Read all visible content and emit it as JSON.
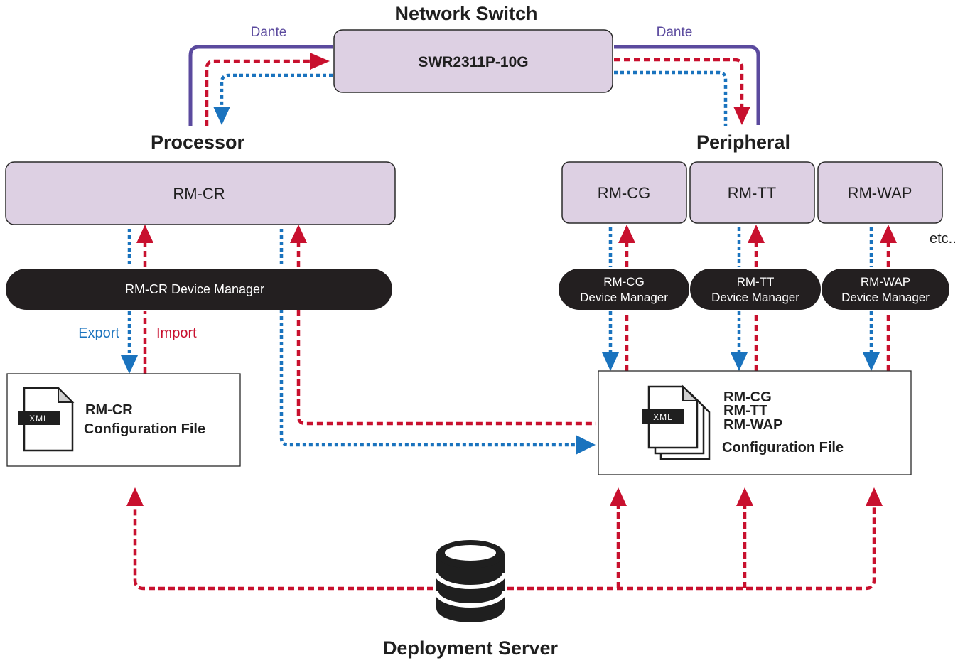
{
  "network_switch": {
    "heading": "Network Switch",
    "model": "SWR2311P-10G",
    "left_link_label": "Dante",
    "right_link_label": "Dante"
  },
  "processor": {
    "heading": "Processor",
    "device": "RM-CR",
    "device_manager": "RM-CR Device Manager",
    "export_label": "Export",
    "import_label": "Import",
    "config_file": {
      "badge": "XML",
      "line1": "RM-CR",
      "line2": "Configuration File"
    }
  },
  "peripheral": {
    "heading": "Peripheral",
    "devices": [
      {
        "name": "RM-CG",
        "manager_line1": "RM-CG",
        "manager_line2": "Device Manager"
      },
      {
        "name": "RM-TT",
        "manager_line1": "RM-TT",
        "manager_line2": "Device Manager"
      },
      {
        "name": "RM-WAP",
        "manager_line1": "RM-WAP",
        "manager_line2": "Device Manager"
      }
    ],
    "more_label": "etc..",
    "config_file": {
      "badge": "XML",
      "lines": [
        "RM-CG",
        "RM-TT",
        "RM-WAP",
        "Configuration File"
      ]
    }
  },
  "deployment_server": {
    "label": "Deployment Server",
    "icon": "database-icon"
  },
  "colors": {
    "dante": "#5b4a9e",
    "import_flow": "#c8102e",
    "export_flow": "#1a73be",
    "device_box": "#ddd0e3",
    "device_manager": "#231f20"
  }
}
